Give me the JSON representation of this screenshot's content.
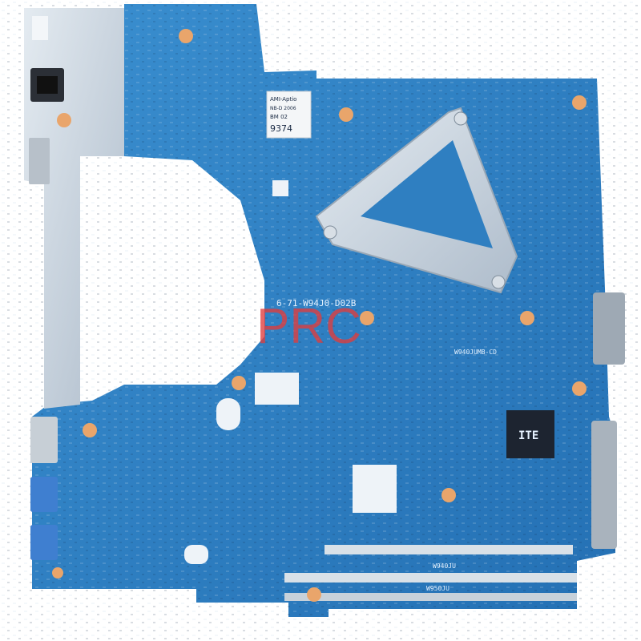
{
  "photo": {
    "subject": "laptop-motherboard",
    "pcb_color": "#2f7fc1",
    "pcb_dark": "#1f5f9c",
    "metal_color": "#c9d3dc"
  },
  "markings": {
    "part_number": "6-71-W94J0-D02B",
    "model_label_top": "W940JUMB-CD",
    "model_label_bottom_1": "W940JU",
    "model_label_bottom_2": "W950JU",
    "chip_brand": "ITE",
    "sticker": {
      "line1": "AMI-Aptio",
      "line2": "NB-D 2006",
      "line3": "BM 02",
      "line4": "9374"
    }
  },
  "watermark": {
    "text": "PRC",
    "color": "#e03c3c"
  }
}
